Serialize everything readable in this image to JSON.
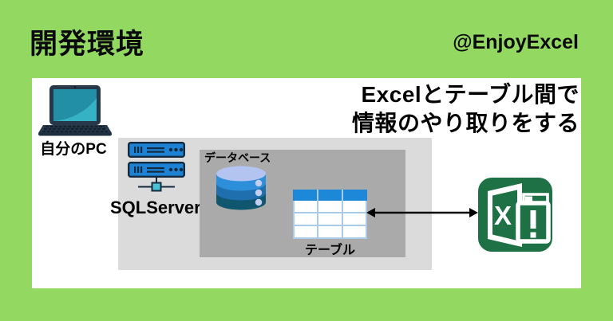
{
  "header": {
    "title": "開発環境",
    "handle": "@EnjoyExcel"
  },
  "panel": {
    "caption_line1": "Excelとテーブル間で",
    "caption_line2": "情報のやり取りをする"
  },
  "diagram": {
    "pc_label": "自分のPC",
    "server_label": "SQLServer",
    "database_label": "データベース",
    "table_label": "テーブル",
    "excel_letter": "X",
    "excel_mark": "!"
  },
  "icons": {
    "laptop": "laptop-icon",
    "server": "server-stack-icon",
    "database": "database-cylinder-icon",
    "table": "table-grid-icon",
    "excel": "excel-warning-icon",
    "arrow": "double-headed-arrow-icon"
  },
  "colors": {
    "background_green": "#93D961",
    "panel_white": "#FFFFFF",
    "outer_box_gray": "#DBDBDB",
    "inner_box_gray": "#AAAAAA",
    "server_blue": "#1E82D4",
    "server_outline_navy": "#142B3F",
    "connector_cyan": "#49C4D4",
    "table_header_blue": "#1E88D8",
    "table_gridline_blue": "#A9CBEA",
    "cylinder_top": "#B4C4F0",
    "cylinder_band1": "#2D8FD9",
    "cylinder_band2": "#1F6FAE",
    "cylinder_band3": "#0F566E",
    "excel_green": "#1E7145",
    "laptop_body_navy": "#26384A",
    "laptop_screen_teal": "#2EA7BD",
    "arrow_black": "#000000",
    "text_black": "#000000"
  }
}
